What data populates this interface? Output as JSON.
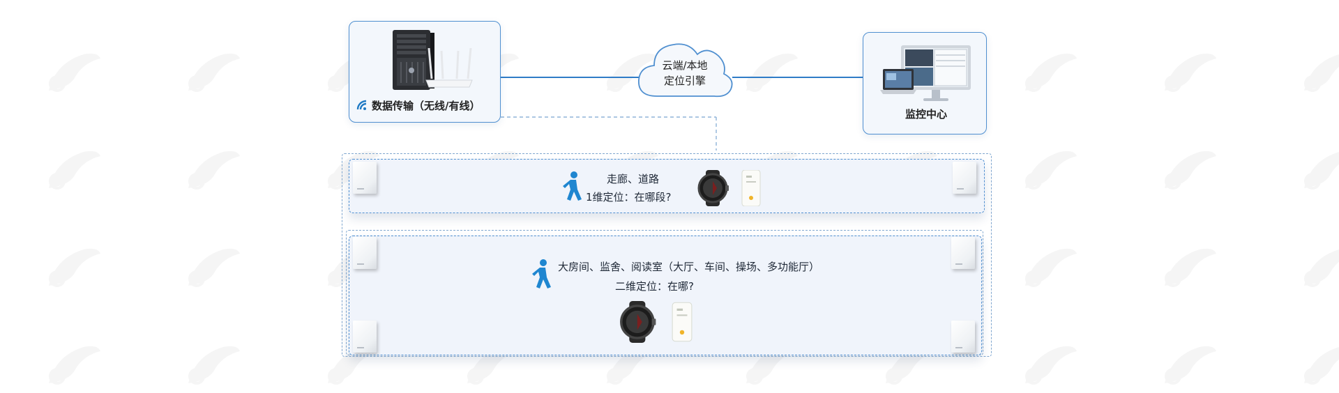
{
  "nodes": {
    "data_transmission": {
      "label": "数据传输（无线/有线）"
    },
    "cloud": {
      "line1": "云端/本地",
      "line2": "定位引擎"
    },
    "monitor_center": {
      "label": "监控中心"
    }
  },
  "zones": {
    "corridor": {
      "line1": "走廊、道路",
      "line2": "1维定位：在哪段?"
    },
    "room": {
      "line1": "大房间、监舍、阅读室（大厅、车间、操场、多功能厅）",
      "line2": "二维定位：在哪?"
    }
  },
  "colors": {
    "accent": "#1f7ac4",
    "line": "#2f7cc7",
    "person": "#1f86d0",
    "panel": "#f0f4fb",
    "node_border": "#4f8fd0"
  },
  "icons": [
    "wifi-icon",
    "server-icon",
    "router-icon",
    "cloud-icon",
    "monitor-icon",
    "person-walking-icon",
    "smartwatch-icon",
    "badge-tag-icon",
    "anchor-device-icon"
  ]
}
